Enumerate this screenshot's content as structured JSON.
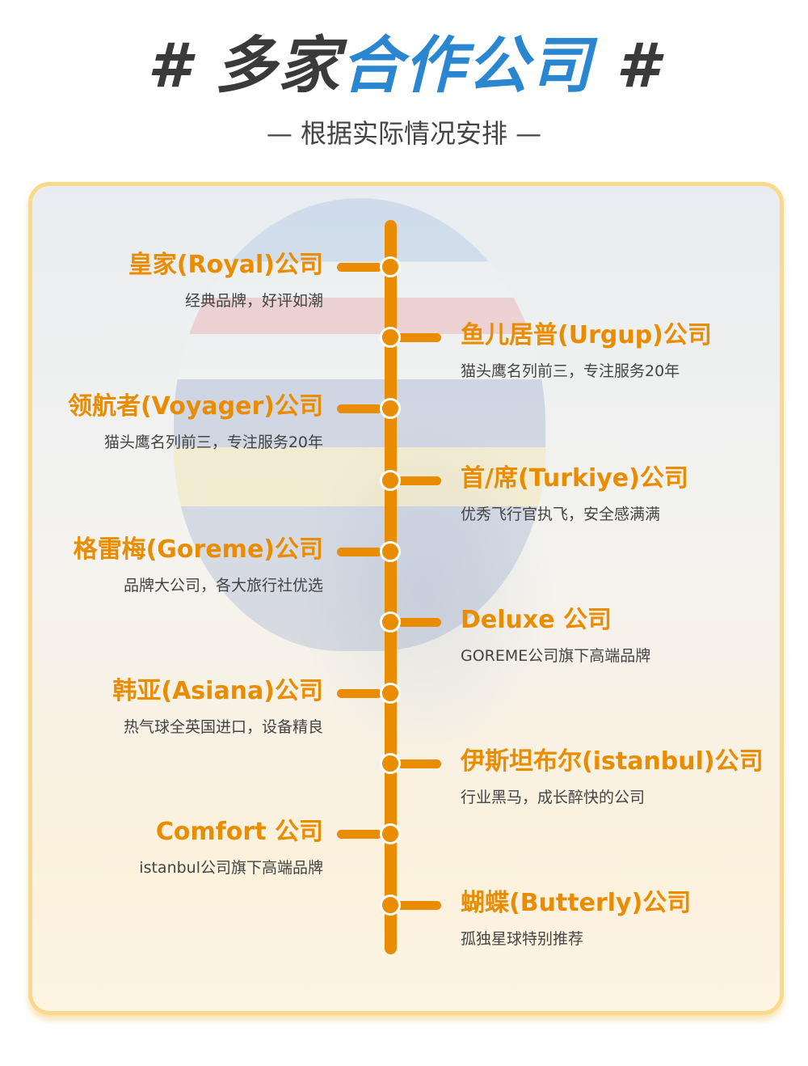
{
  "header": {
    "title_prefix": "# 多家",
    "title_highlight": "合作公司",
    "title_suffix": " #",
    "subtitle": "— 根据实际情况安排 —"
  },
  "companies": [
    {
      "name": "皇家(Royal)公司",
      "desc": "经典品牌，好评如潮"
    },
    {
      "name": "鱼儿居普(Urgup)公司",
      "desc": "猫头鹰名列前三，专注服务20年"
    },
    {
      "name": "领航者(Voyager)公司",
      "desc": "猫头鹰名列前三，专注服务20年"
    },
    {
      "name": "首/席(Turkiye)公司",
      "desc": "优秀飞行官执飞，安全感满满"
    },
    {
      "name": "格雷梅(Goreme)公司",
      "desc": "品牌大公司，各大旅行社优选"
    },
    {
      "name": "Deluxe 公司",
      "desc": "GOREME公司旗下高端品牌"
    },
    {
      "name": "韩亚(Asiana)公司",
      "desc": "热气球全英国进口，设备精良"
    },
    {
      "name": "伊斯坦布尔(istanbul)公司",
      "desc": "行业黑马，成长醉快的公司"
    },
    {
      "name": "Comfort 公司",
      "desc": "istanbul公司旗下高端品牌"
    },
    {
      "name": "蝴蝶(Butterly)公司",
      "desc": "孤独星球特别推荐"
    }
  ],
  "colors": {
    "accent": "#ea8c00",
    "blue": "#2a86d1",
    "border": "#fbd98a"
  }
}
